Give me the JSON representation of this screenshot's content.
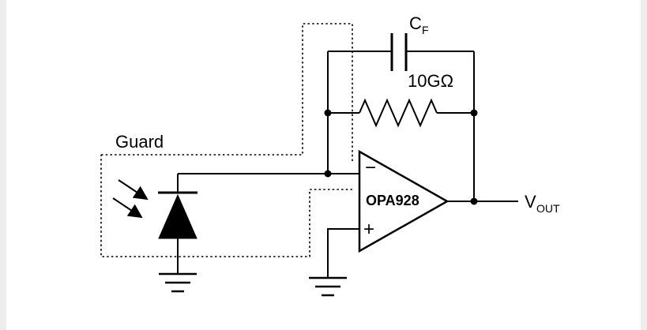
{
  "page": {
    "background": "#ffffff",
    "edge_strip_color": "#ededed"
  },
  "schematic": {
    "line_color": "#000000",
    "labels": {
      "guard": "Guard",
      "cap_name": "C",
      "cap_subscript": "F",
      "feedback_resistor": "10GΩ",
      "opamp": "OPA928",
      "inverting_input": "−",
      "noninverting_input": "+",
      "output_name": "V",
      "output_subscript": "OUT"
    }
  }
}
